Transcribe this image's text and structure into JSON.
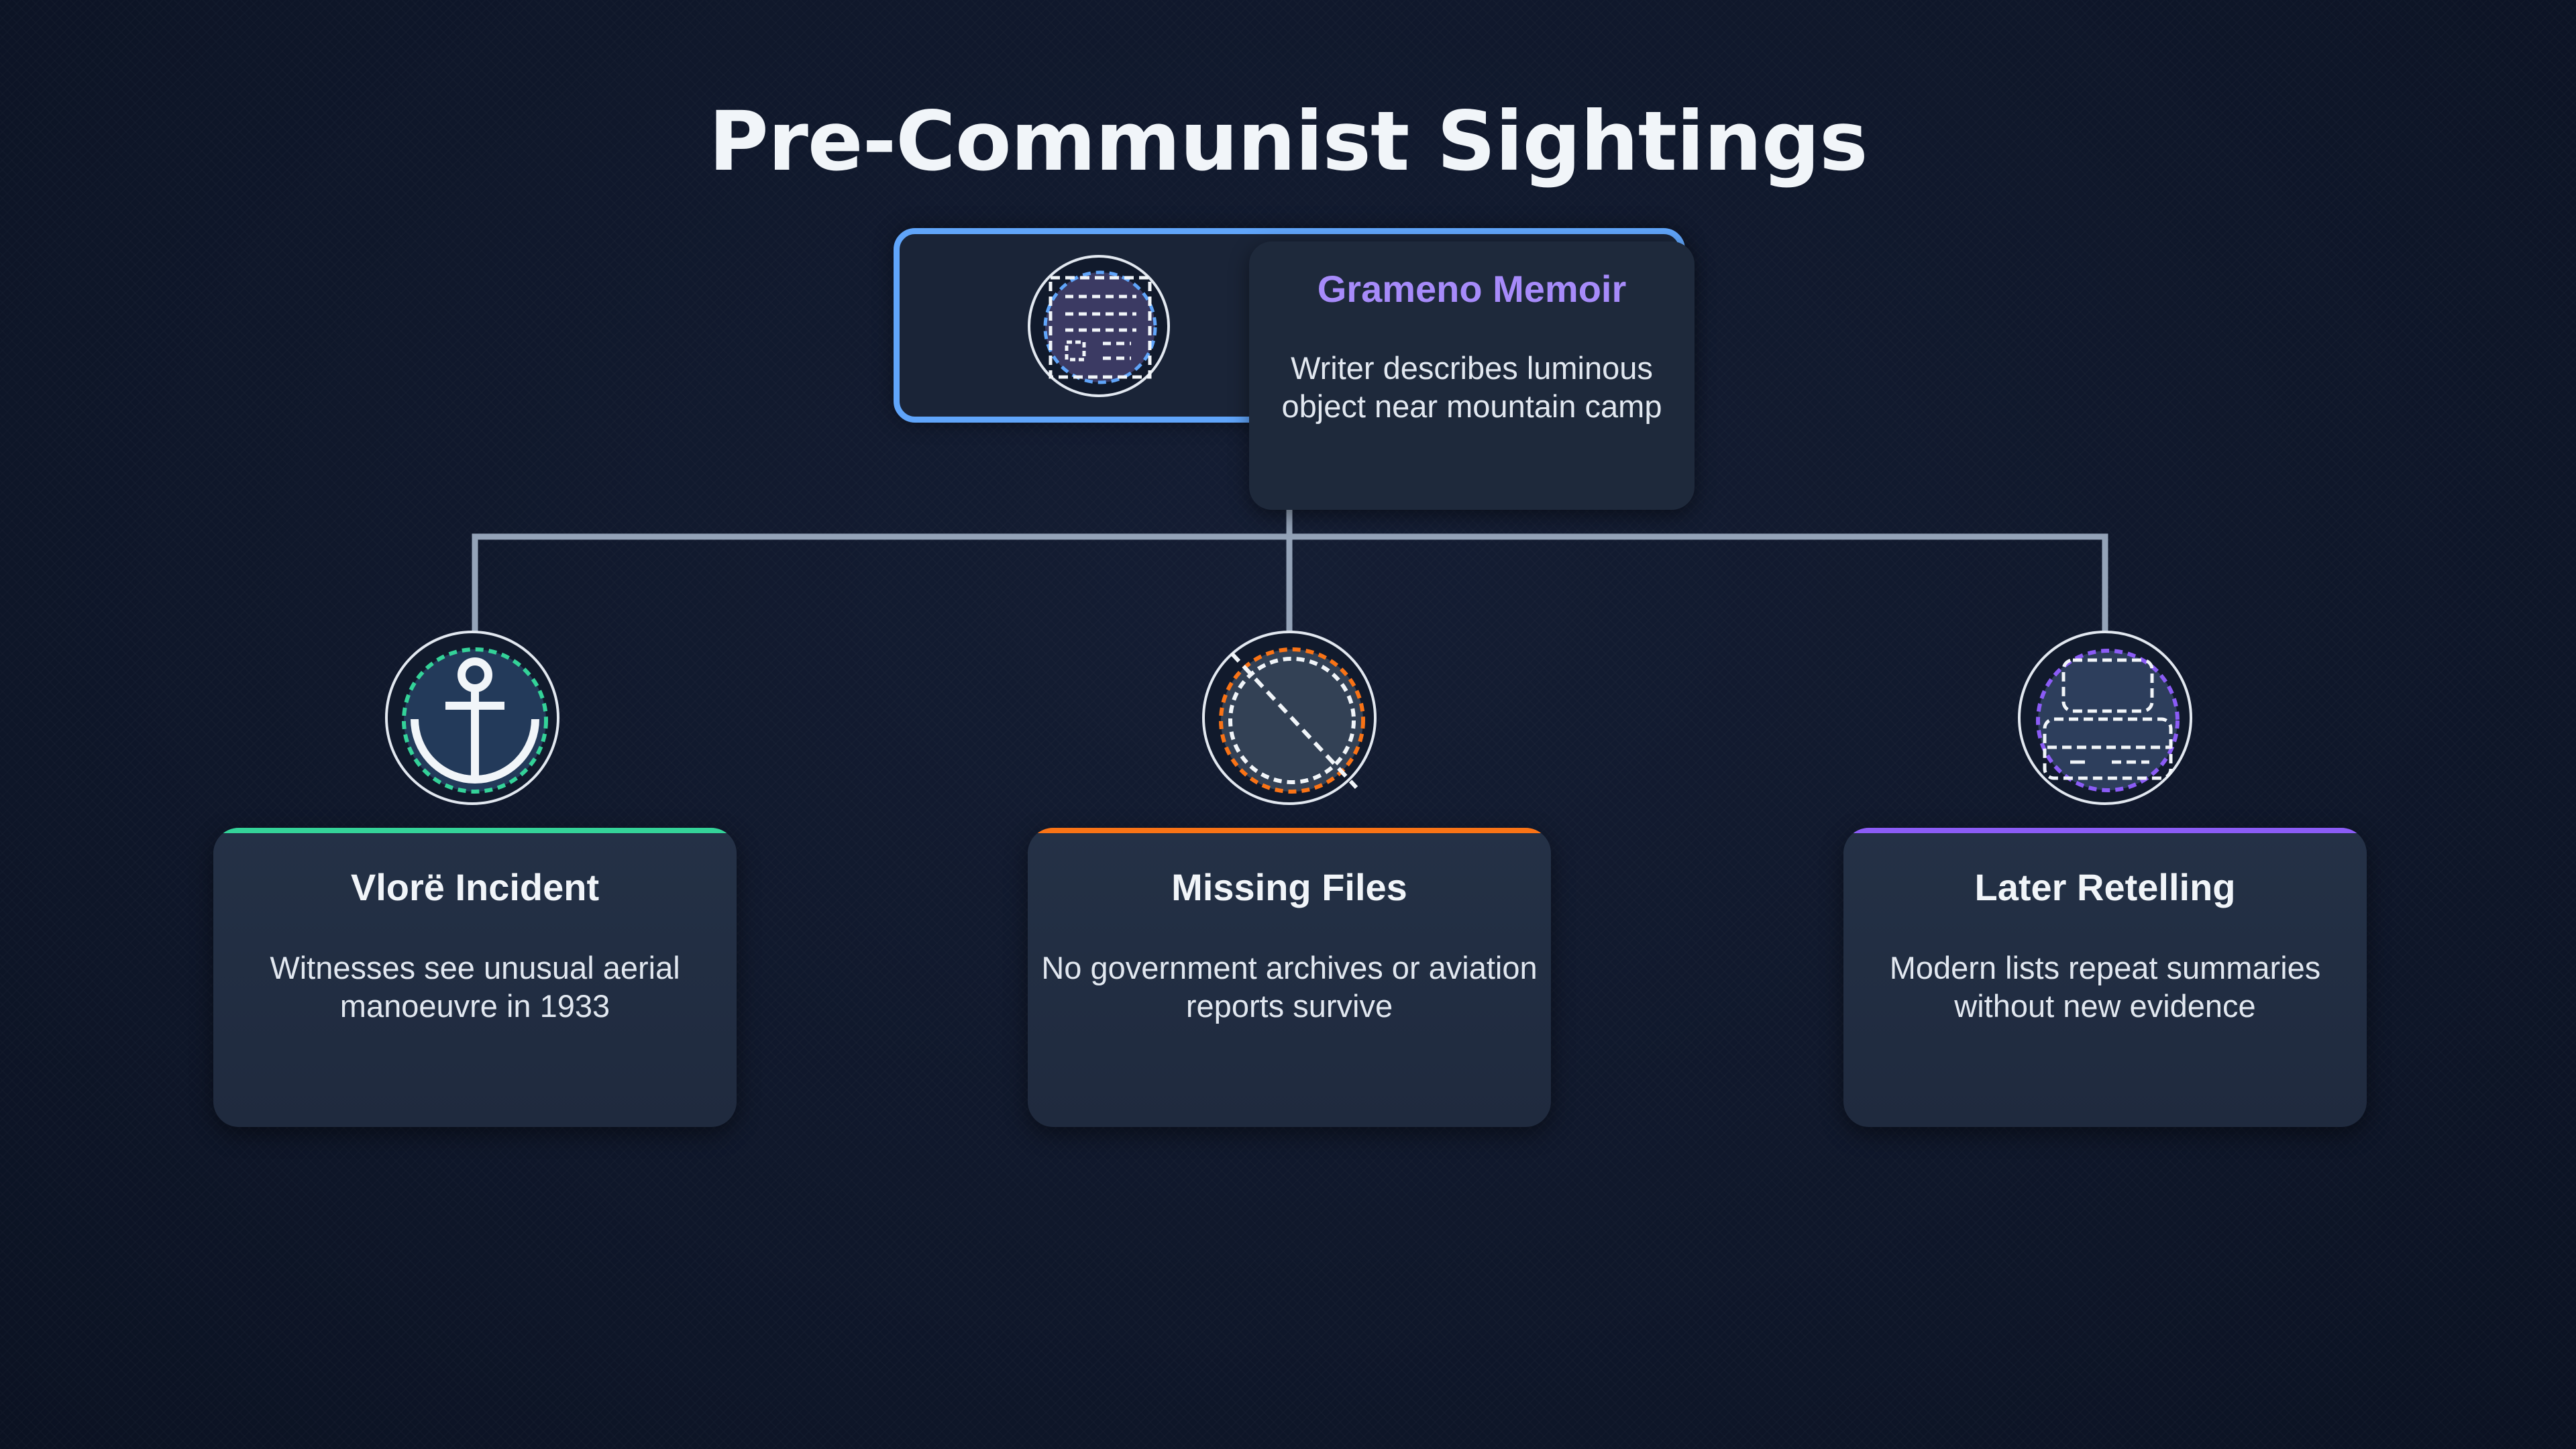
{
  "title": "Pre-Communist Sightings",
  "root": {
    "title": "Grameno Memoir",
    "description": "Writer describes luminous object near mountain camp",
    "icon": "document-icon",
    "accent_color": "#60a5fa",
    "title_color": "#a78bfa"
  },
  "children": [
    {
      "title": "Vlorë Incident",
      "description": "Witnesses see unusual aerial manoeuvre in 1933",
      "icon": "anchor-icon",
      "accent_color": "#34d399"
    },
    {
      "title": "Missing Files",
      "description": "No government archives or aviation reports survive",
      "icon": "prohibited-icon",
      "accent_color": "#f97316"
    },
    {
      "title": "Later Retelling",
      "description": "Modern lists repeat summaries without new evidence",
      "icon": "stack-icon",
      "accent_color": "#8b5cf6"
    }
  ],
  "connector_color": "#94a3b8"
}
